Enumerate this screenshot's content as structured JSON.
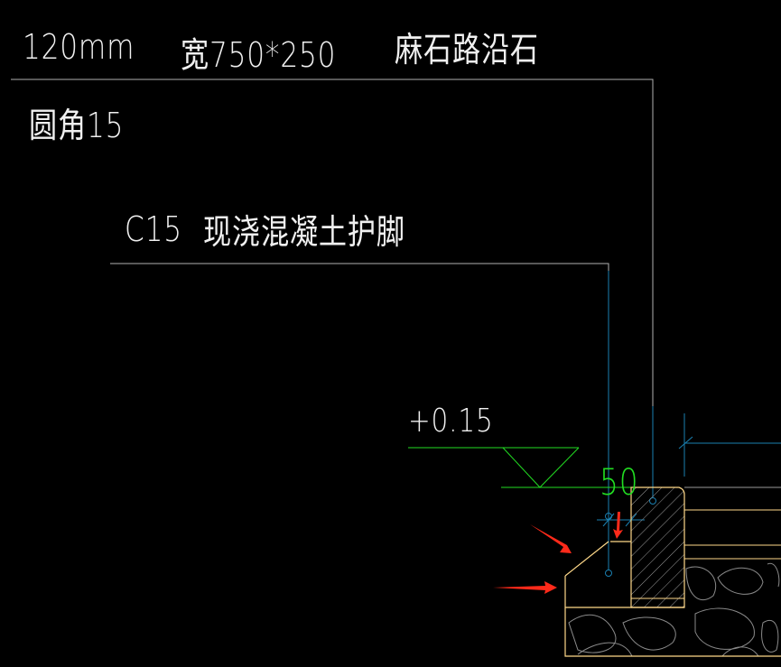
{
  "labels": {
    "thickness": "120mm",
    "size": "宽750*250",
    "material": "麻石路沿石",
    "fillet": "圆角15",
    "concrete": "C15",
    "concrete_desc": "现浇混凝土护脚",
    "elevation": "+0.15",
    "dimension": "50"
  },
  "colors": {
    "background": "#000000",
    "outline": "#ffd98a",
    "leader": "#b0b0b0",
    "elevation": "#22dd22",
    "dimension": "#1a7fb0",
    "arrow": "#ff2a1a"
  }
}
